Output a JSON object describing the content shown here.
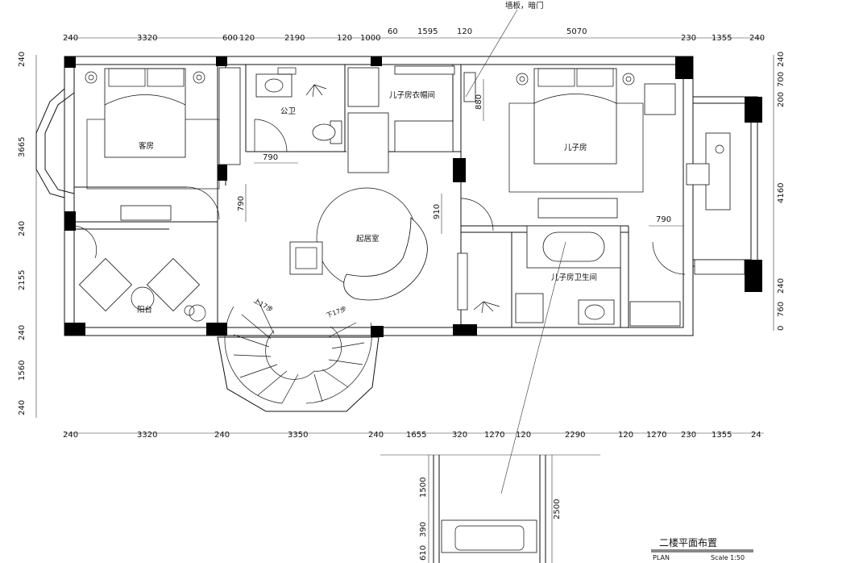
{
  "dims": {
    "top": [
      "240",
      "3320",
      "600",
      "120",
      "2190",
      "120",
      "1000",
      "60",
      "1595",
      "120",
      "5070",
      "230",
      "1355",
      "240"
    ],
    "bottom": [
      "240",
      "3320",
      "240",
      "3350",
      "240",
      "1655",
      "320",
      "1270",
      "120",
      "2290",
      "120",
      "1270",
      "230",
      "1355",
      "24"
    ],
    "left": [
      "240",
      "3665",
      "240",
      "2155",
      "240",
      "1560",
      "240"
    ],
    "right": [
      "240",
      "700",
      "200",
      "4160",
      "240",
      "760",
      "0"
    ],
    "inner": {
      "d790_a": "790",
      "d790_b": "790",
      "d790_c": "790",
      "d910": "910",
      "d880": "880"
    },
    "detail": {
      "d1500": "1500",
      "d390": "390",
      "d610": "610",
      "d2500": "2500"
    }
  },
  "rooms": {
    "guest": "客房",
    "public_wc": "公卫",
    "closet": "儿子房衣帽间",
    "son": "儿子房",
    "living": "起居室",
    "balcony": "阳台",
    "son_bath": "儿子房卫生间"
  },
  "stairs": {
    "up": "上17步",
    "down": "下17步"
  },
  "annotation": "墙板，暗门",
  "title_block": {
    "title": "二楼平面布置",
    "plan": "PLAN",
    "scale": "Scale 1:50"
  }
}
